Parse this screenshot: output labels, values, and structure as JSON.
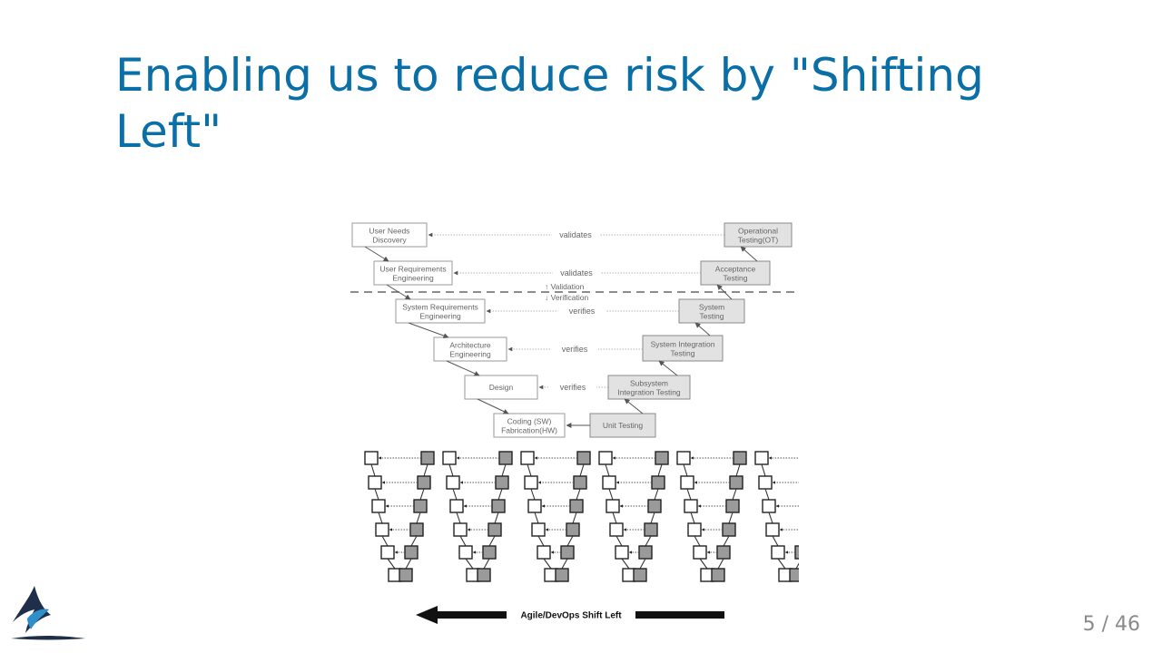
{
  "slide": {
    "title": "Enabling us to reduce risk by \"Shifting Left\"",
    "page_current": "5",
    "page_separator": "/",
    "page_total": "46"
  },
  "diagram": {
    "left_boxes": [
      {
        "line1": "User Needs",
        "line2": "Discovery"
      },
      {
        "line1": "User Requirements",
        "line2": "Engineering"
      },
      {
        "line1": "System Requirements",
        "line2": "Engineering"
      },
      {
        "line1": "Architecture",
        "line2": "Engineering"
      },
      {
        "line1": "Design",
        "line2": ""
      },
      {
        "line1": "Coding (SW)",
        "line2": "Fabrication(HW)"
      }
    ],
    "right_boxes": [
      {
        "line1": "Operational",
        "line2": "Testing(OT)"
      },
      {
        "line1": "Acceptance",
        "line2": "Testing"
      },
      {
        "line1": "System",
        "line2": "Testing"
      },
      {
        "line1": "System Integration",
        "line2": "Testing"
      },
      {
        "line1": "Subsystem",
        "line2": "Integration Testing"
      },
      {
        "line1": "Unit Testing",
        "line2": ""
      }
    ],
    "relations": [
      "validates",
      "validates",
      "verifies",
      "verifies",
      "verifies"
    ],
    "validation_label": "Validation",
    "verification_label": "Verification",
    "shift_left_label": "Agile/DevOps Shift Left",
    "mini_v_count": 6
  }
}
